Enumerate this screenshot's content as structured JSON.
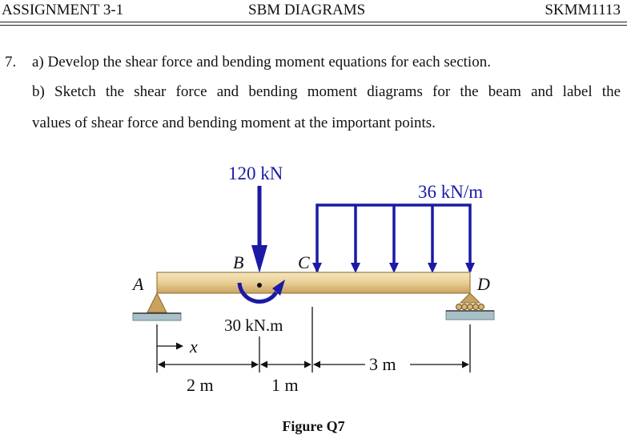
{
  "header": {
    "left": "ASSIGNMENT 3-1",
    "center": "SBM DIAGRAMS",
    "right": "SKMM1113"
  },
  "question": {
    "number": "7.",
    "part_a": "a) Develop the shear force and bending moment equations for each section.",
    "part_b_line1": "b) Sketch the shear force and bending moment diagrams for the beam and label the",
    "part_b_line2": "values of shear force and bending moment at the important points."
  },
  "figure": {
    "point_load": "120 kN",
    "distributed_load": "36 kN/m",
    "moment": "30 kN.m",
    "label_a": "A",
    "label_b": "B",
    "label_c": "C",
    "label_d": "D",
    "x_label": "x",
    "dim_ab": "2 m",
    "dim_bc": "1 m",
    "dim_cd": "3 m",
    "caption": "Figure Q7"
  },
  "colors": {
    "load": "#1a1aa6",
    "beam_light": "#f0d9a4",
    "beam_dark": "#b8904e",
    "support": "#c9a25e",
    "ground": "#a9c0c8"
  }
}
